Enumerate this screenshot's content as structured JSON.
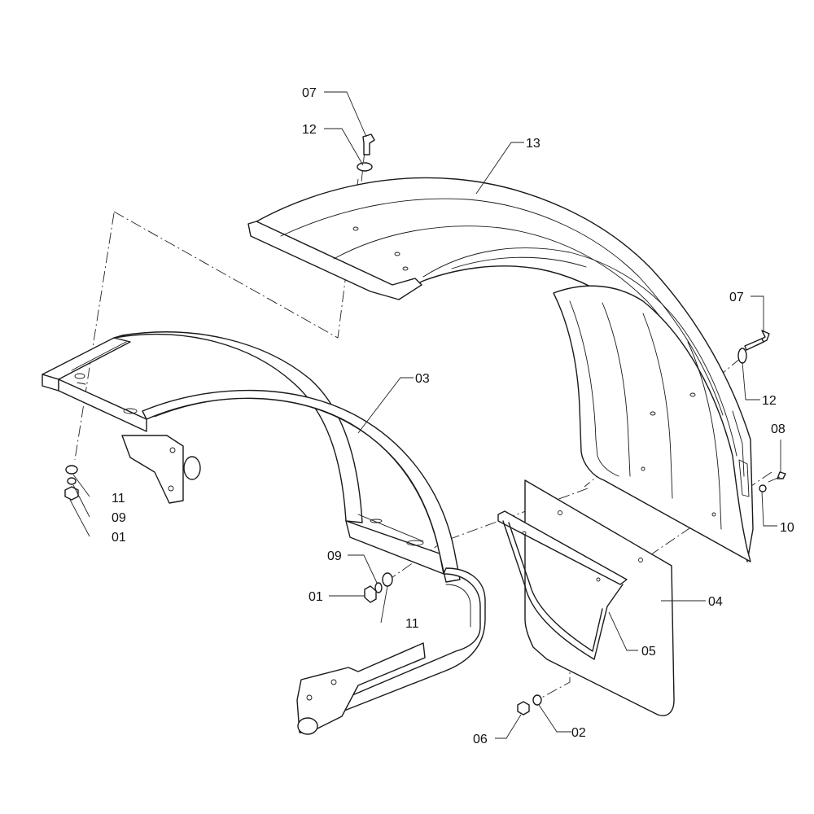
{
  "callouts": {
    "c07a": "07",
    "c12a": "12",
    "c13": "13",
    "c07b": "07",
    "c12b": "12",
    "c08": "08",
    "c10": "10",
    "c03": "03",
    "c11a": "11",
    "c09a": "09",
    "c01a": "01",
    "c09b": "09",
    "c01b": "01",
    "c11b": "11",
    "c04": "04",
    "c05": "05",
    "c06": "06",
    "c02": "02"
  }
}
